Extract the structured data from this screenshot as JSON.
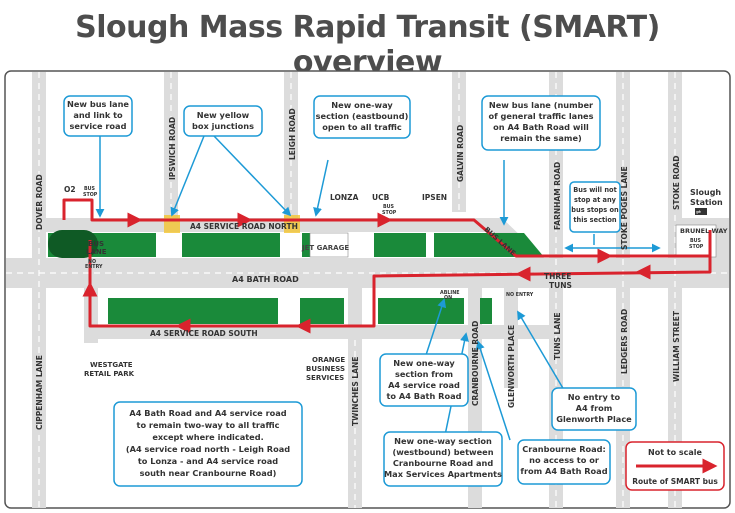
{
  "title": "Slough Mass Rapid Transit (SMART) overview",
  "colors": {
    "route": "#d9232d",
    "callout": "#1d9ad6",
    "block": "#1a8a3a",
    "road": "#d9d9d9",
    "yellow": "#f4c430"
  },
  "roads": {
    "dover_road": "DOVER ROAD",
    "ipswich_road": "IPSWICH ROAD",
    "leigh_road": "LEIGH ROAD",
    "galvin_road": "GALVIN ROAD",
    "farnham_road": "FARNHAM ROAD",
    "stoke_poges_lane": "STOKE POGES LANE",
    "stoke_road": "STOKE ROAD",
    "a4_service_north": "A4 SERVICE ROAD NORTH",
    "a4_bath_road": "A4 BATH ROAD",
    "a4_service_south": "A4 SERVICE ROAD SOUTH",
    "cippenham_lane": "CIPPENHAM LANE",
    "twinches_lane": "TWINCHES LANE",
    "cranbourne_road": "CRANBOURNE ROAD",
    "glenworth_place": "GLENWORTH PLACE",
    "tuns_lane": "TUNS LANE",
    "ledgers_road": "LEDGERS ROAD",
    "william_street": "WILLIAM STREET",
    "brunel_way": "BRUNEL WAY",
    "bus_lane": "BUS LANE"
  },
  "places": {
    "o2": "O2",
    "lonza": "LONZA",
    "ucb": "UCB",
    "ipsen": "IPSEN",
    "jet_garage": "JET GARAGE",
    "three_tuns_1": "THREE",
    "three_tuns_2": "TUNS",
    "westgate_1": "WESTGATE",
    "westgate_2": "RETAIL PARK",
    "orange_1": "ORANGE",
    "orange_2": "BUSINESS",
    "orange_3": "SERVICES",
    "slough_1": "Slough",
    "slough_2": "Station"
  },
  "small": {
    "bus_1": "BUS",
    "stop": "STOP",
    "lane_1": "BUS",
    "lane_2": "LANE",
    "no": "NO",
    "entry": "ENTRY",
    "abline_1": "ABLINE",
    "abline_2": "ON",
    "no_entry_small": "NO ENTRY",
    "rail": "⇌"
  },
  "callouts": {
    "bus_lane_link": [
      "New bus lane",
      "and link to",
      "service road"
    ],
    "yellow_box": [
      "New yellow",
      "box junctions"
    ],
    "one_way_east": [
      "New one-way",
      "section (eastbound)",
      "open to all traffic"
    ],
    "bus_lane_general": [
      "New bus lane (number",
      "of general traffic lanes",
      "on A4 Bath Road will",
      "remain the same)"
    ],
    "bus_not_stop": [
      "Bus will not",
      "stop at any",
      "bus stops on",
      "this section"
    ],
    "one_way_from": [
      "New one-way",
      "section from",
      "A4 service road",
      "to A4 Bath Road"
    ],
    "one_way_west": [
      "New one-way section",
      "(westbound) between",
      "Cranbourne Road and",
      "Max Services Apartments"
    ],
    "cranbourne_note": [
      "Cranbourne Road:",
      "no access to or",
      "from A4 Bath Road"
    ],
    "no_entry_glen": [
      "No entry to",
      "A4 from",
      "Glenworth Place"
    ],
    "two_way_note": [
      "A4 Bath Road and A4 service road",
      "to remain two-way to all traffic",
      "except where indicated.",
      "(A4 service road north - Leigh Road",
      "to Lonza - and A4 service road",
      "south near Cranbourne Road)"
    ]
  },
  "legend": {
    "not_to_scale": "Not to scale",
    "route": "Route of SMART bus"
  }
}
